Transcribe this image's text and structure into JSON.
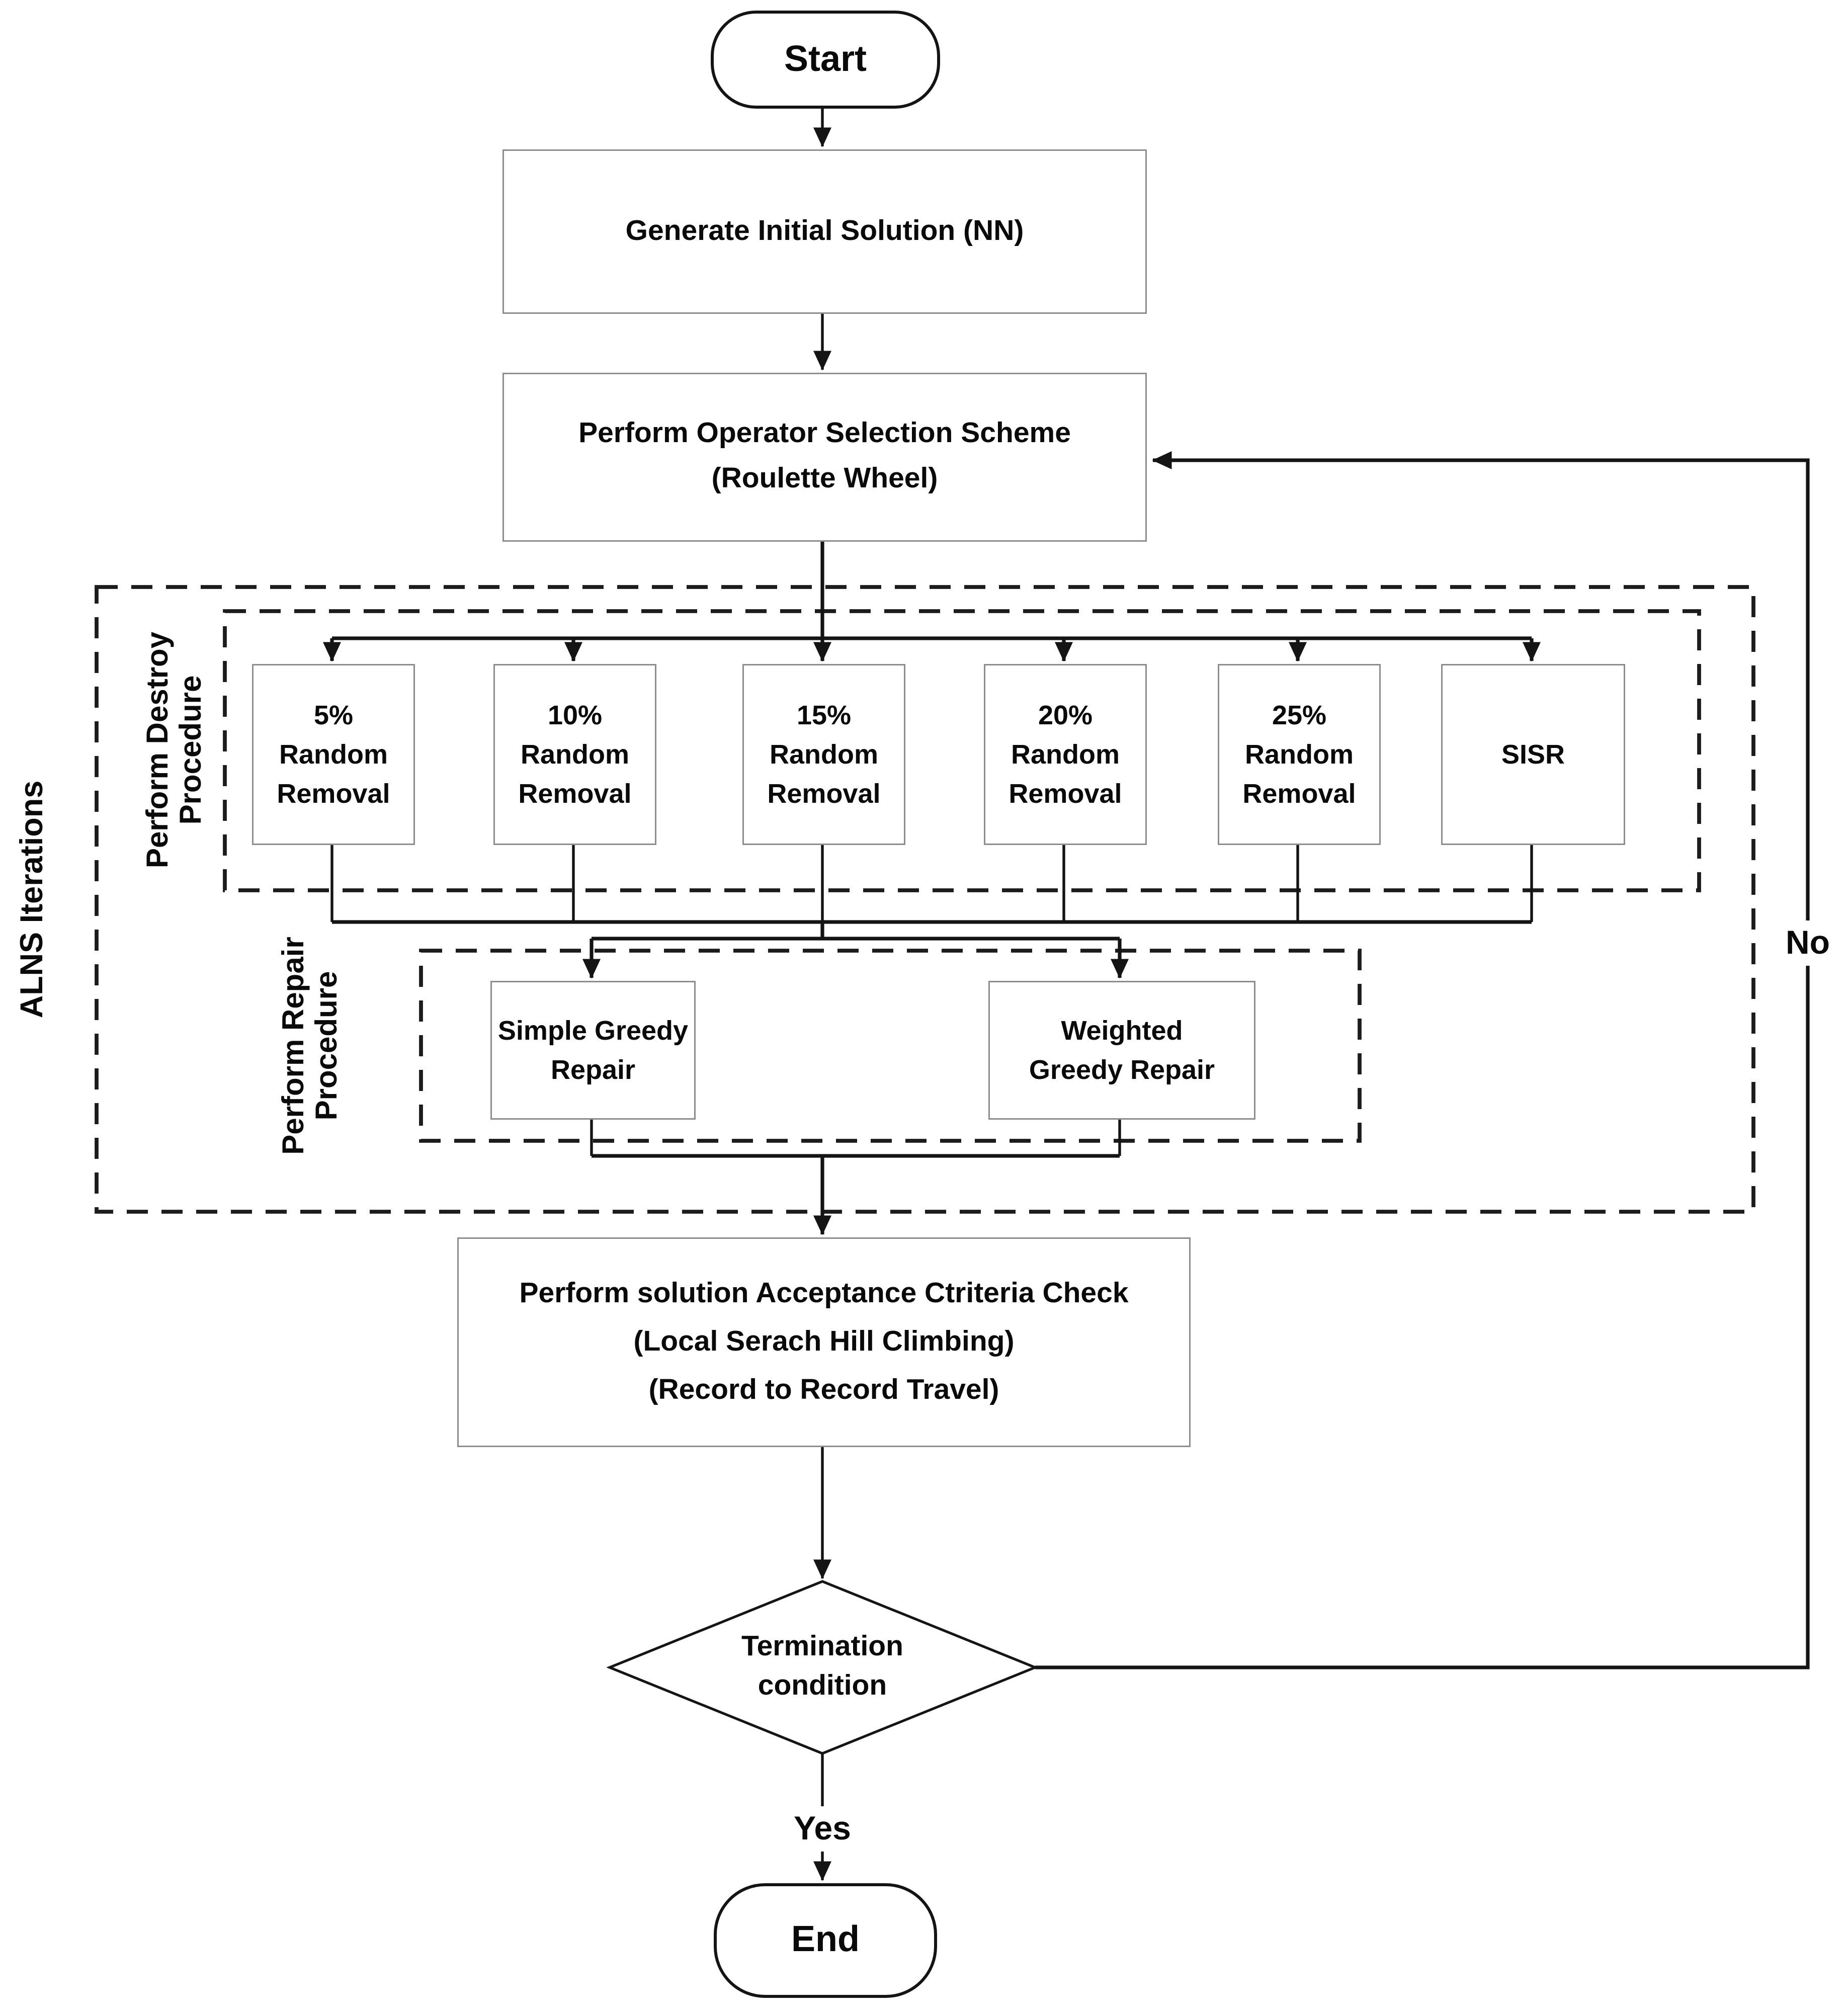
{
  "diagram": {
    "nodes": {
      "start": {
        "label": "Start"
      },
      "generate": {
        "label": "Generate Initial Solution (NN)"
      },
      "operator": {
        "lines": [
          "Perform Operator Selection Scheme",
          "(Roulette Wheel)"
        ]
      },
      "acceptance": {
        "lines": [
          "Perform solution Acceptance Ctriteria Check",
          "(Local Serach Hill Climbing)",
          "(Record to Record Travel)"
        ]
      },
      "termination": {
        "lines": [
          "Termination",
          "condition"
        ]
      },
      "end": {
        "label": "End"
      }
    },
    "destroy_ops": [
      {
        "lines": [
          "5%",
          "Random",
          "Removal"
        ]
      },
      {
        "lines": [
          "10%",
          "Random",
          "Removal"
        ]
      },
      {
        "lines": [
          "15%",
          "Random",
          "Removal"
        ]
      },
      {
        "lines": [
          "20%",
          "Random",
          "Removal"
        ]
      },
      {
        "lines": [
          "25%",
          "Random",
          "Removal"
        ]
      },
      {
        "lines": [
          "SISR"
        ]
      }
    ],
    "repair_ops": [
      {
        "lines": [
          "Simple Greedy",
          "Repair"
        ]
      },
      {
        "lines": [
          "Weighted",
          "Greedy Repair"
        ]
      }
    ],
    "groups": {
      "alns": {
        "label": "ALNS Iterations"
      },
      "destroy": {
        "lines": [
          "Perform Destroy",
          "Procedure"
        ]
      },
      "repair": {
        "lines": [
          "Perform Repair",
          "Procedure"
        ]
      }
    },
    "edges": {
      "yes": "Yes",
      "no": "No"
    },
    "colors": {
      "line": "#141414",
      "box_border": "#8d8d8d",
      "dashed_border": "#1c1c1c",
      "text": "#0a0a0a",
      "background": "#ffffff"
    }
  }
}
